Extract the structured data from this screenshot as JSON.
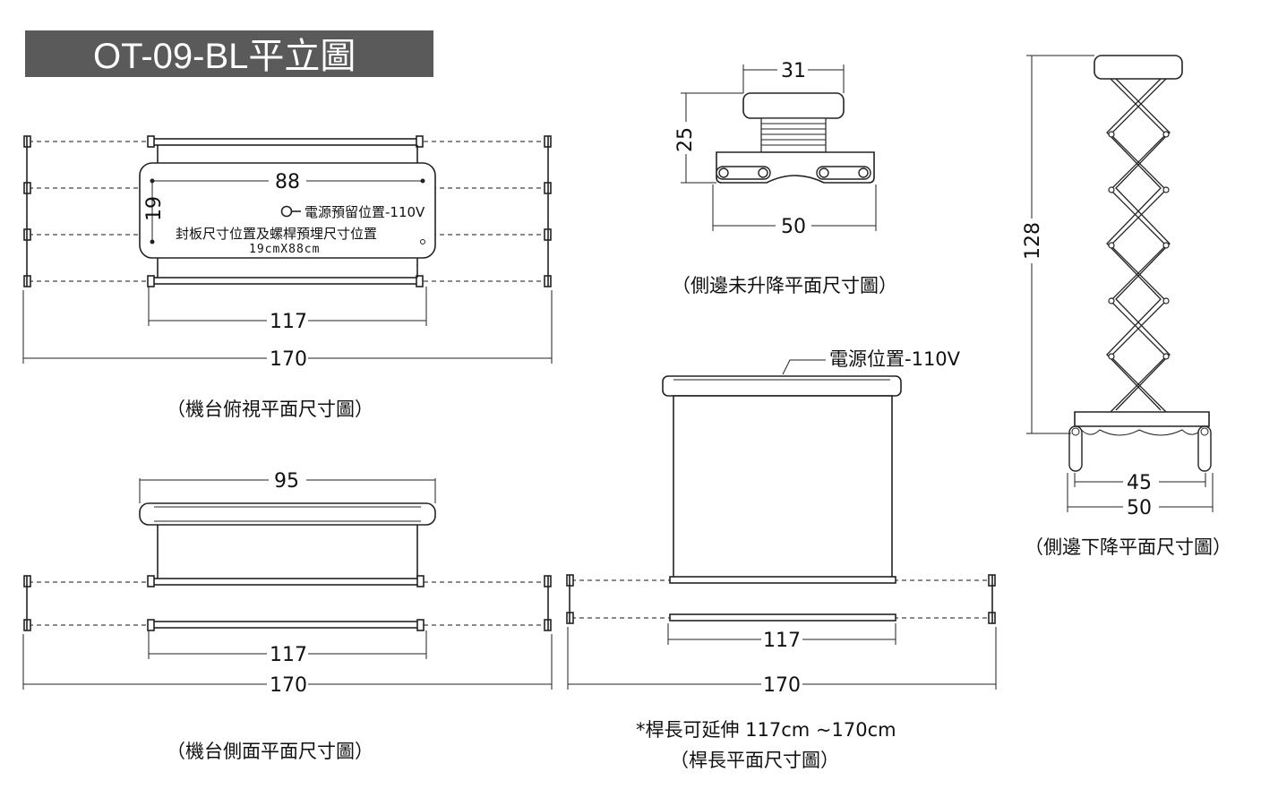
{
  "title": "OT-09-BL平立圖",
  "top_view": {
    "panel_width": "88",
    "panel_height": "19",
    "power_note": "電源預留位置-110V",
    "panel_note": "封板尺寸位置及螺桿預埋尺寸位置",
    "panel_size": "19cmX88cm",
    "inner_width": "117",
    "outer_width": "170",
    "caption": "（機台俯視平面尺寸圖）"
  },
  "side_view": {
    "top_width": "95",
    "inner_width": "117",
    "outer_width": "170",
    "caption": "（機台側面平面尺寸圖）"
  },
  "side_unraised": {
    "top_width": "31",
    "height": "25",
    "base_width": "50",
    "caption": "（側邊未升降平面尺寸圖）"
  },
  "rod_view": {
    "power_label": "電源位置-110V",
    "inner_width": "117",
    "outer_width": "170",
    "note": "*桿長可延伸 117cm ~170cm",
    "caption": "（桿長平面尺寸圖）"
  },
  "side_lowered": {
    "height": "128",
    "inner_width": "45",
    "outer_width": "50",
    "caption": "（側邊下降平面尺寸圖）"
  },
  "colors": {
    "title_bg": "#5a5a5a",
    "line": "#222222"
  }
}
